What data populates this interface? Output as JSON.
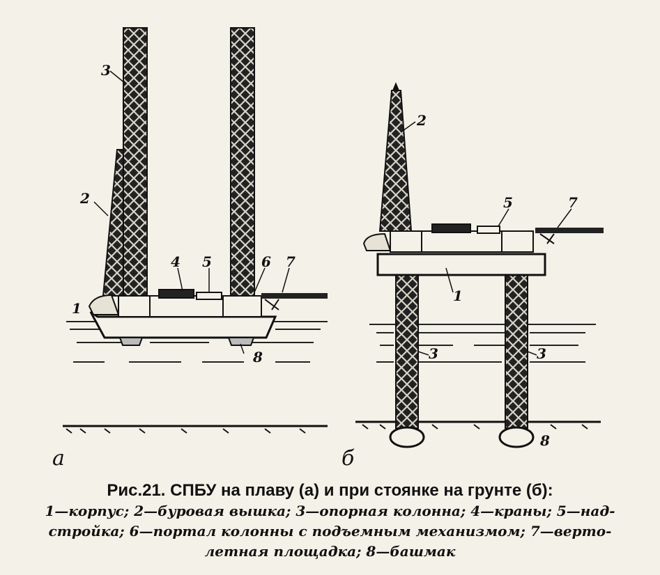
{
  "labels": {
    "a": {
      "n1": "1",
      "n2": "2",
      "n3": "3",
      "n4": "4",
      "n5": "5",
      "n6": "6",
      "n7": "7",
      "n8": "8"
    },
    "b": {
      "n1": "1",
      "n2": "2",
      "n3a": "3",
      "n3b": "3",
      "n5": "5",
      "n7": "7",
      "n8": "8"
    }
  },
  "subfigure_a": "а",
  "subfigure_b": "б",
  "caption": {
    "title": "Рис.21. СПБУ на плаву (а) и при стоянке на грунте (б):",
    "legend": "1—корпус; 2—буровая вышка; 3—опорная колонна; 4—краны; 5—над-стройка; 6—портал колонны с подъемным механизмом; 7—верто-летная площадка; 8—башмак"
  }
}
